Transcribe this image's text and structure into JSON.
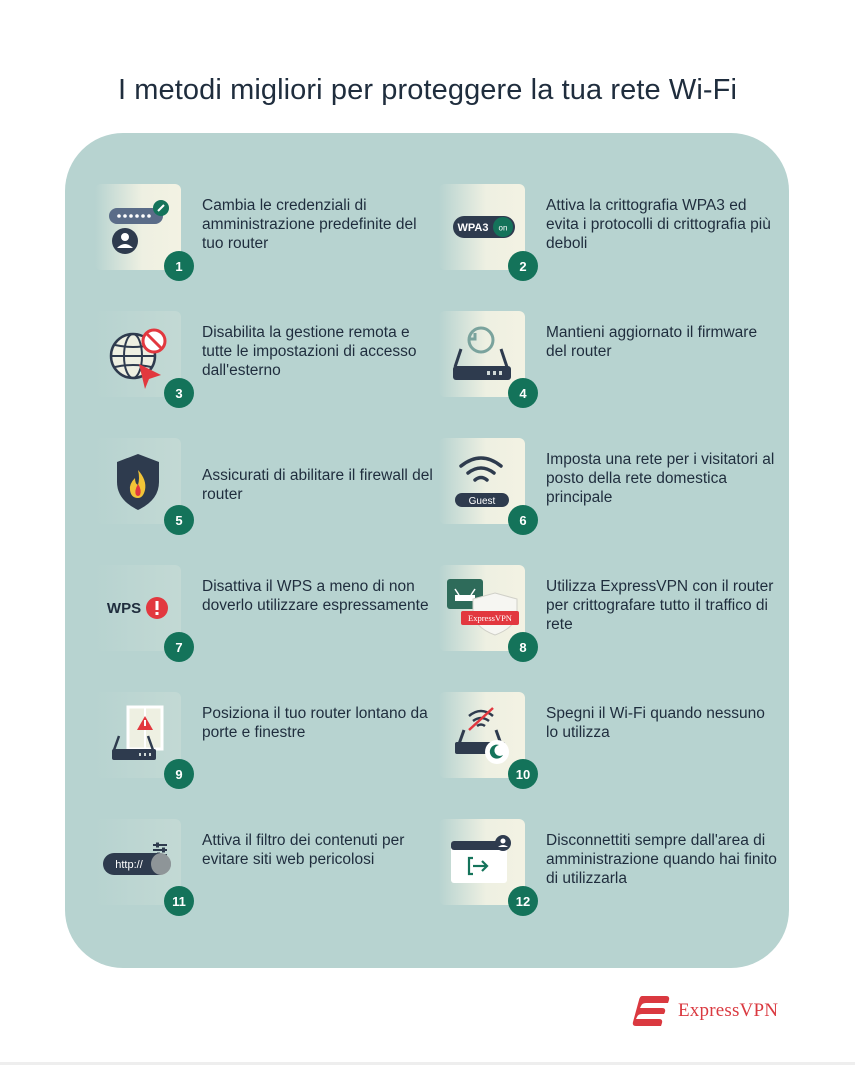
{
  "title": "I metodi migliori per proteggere la tua rete Wi-Fi",
  "items": [
    {
      "number": "1",
      "text": "Cambia le credenziali di amministrazione predefinite del tuo router",
      "icon": "password-profile-icon"
    },
    {
      "number": "2",
      "text": "Attiva la crittografia WPA3 ed evita i protocolli di crittografia più deboli",
      "icon": "wpa3-toggle-icon",
      "badge_label": "WPA3",
      "toggle_label": "on"
    },
    {
      "number": "3",
      "text": "Disabilita la gestione remota e tutte le impostazioni di accesso dall'esterno",
      "icon": "globe-blocked-icon"
    },
    {
      "number": "4",
      "text": "Mantieni aggiornato il firmware del router",
      "icon": "router-update-icon"
    },
    {
      "number": "5",
      "text": "Assicurati di abilitare il firewall del router",
      "icon": "firewall-shield-icon"
    },
    {
      "number": "6",
      "text": "Imposta una rete per i visitatori al posto della rete domestica principale",
      "icon": "guest-wifi-icon",
      "badge_label": "Guest"
    },
    {
      "number": "7",
      "text": "Disattiva il WPS a meno di non doverlo utilizzare espressamente",
      "icon": "wps-warning-icon",
      "badge_label": "WPS"
    },
    {
      "number": "8",
      "text": "Utilizza ExpressVPN con il router per crittografare tutto il traffico di rete",
      "icon": "router-vpn-shield-icon",
      "badge_label": "ExpressVPN"
    },
    {
      "number": "9",
      "text": "Posiziona il tuo router lontano da porte e finestre",
      "icon": "router-window-icon"
    },
    {
      "number": "10",
      "text": "Spegni il Wi-Fi quando nessuno lo utilizza",
      "icon": "router-wifi-off-moon-icon"
    },
    {
      "number": "11",
      "text": "Attiva il filtro dei contenuti per evitare siti web pericolosi",
      "icon": "url-filter-icon",
      "badge_label": "http://"
    },
    {
      "number": "12",
      "text": "Disconnettiti sempre dall'area di amministrazione quando hai finito di utilizzarla",
      "icon": "logout-window-icon"
    }
  ],
  "brand": {
    "name": "ExpressVPN",
    "color": "#da3940",
    "icon": "expressvpn-logo-icon"
  },
  "colors": {
    "panel": "#b7d3d0",
    "number_badge": "#14735a",
    "title": "#1f2d3d"
  }
}
